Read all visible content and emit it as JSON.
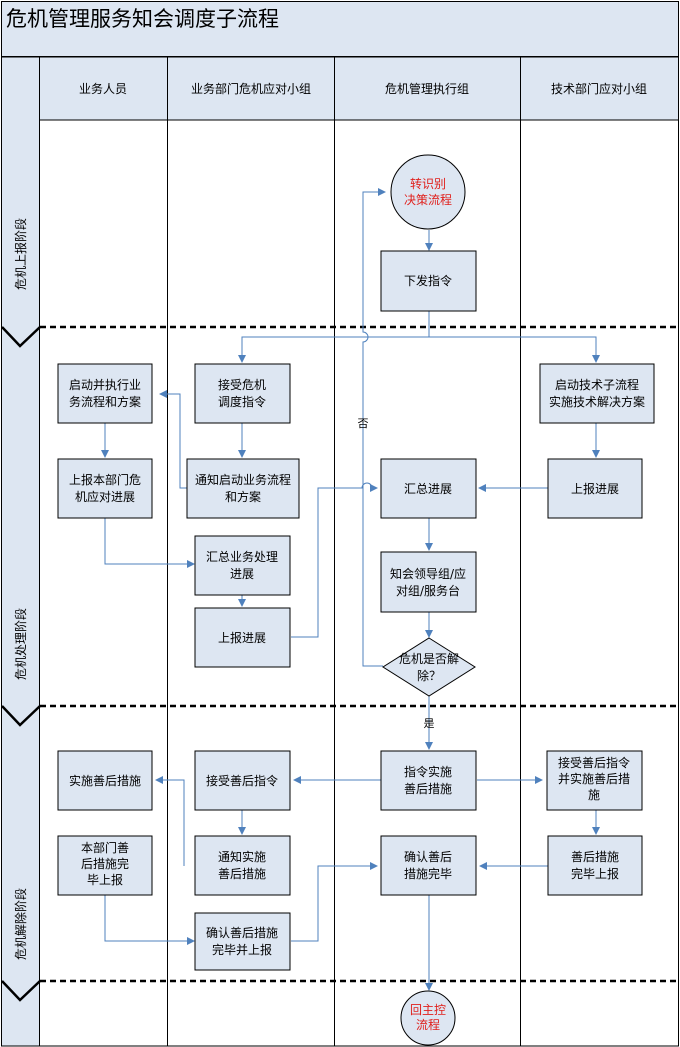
{
  "title": "危机管理服务知会调度子流程",
  "lanes": [
    "业务人员",
    "业务部门危机应对小组",
    "危机管理执行组",
    "技术部门应对小组"
  ],
  "phases": [
    "危机上报阶段",
    "危机处理阶段",
    "危机解除阶段"
  ],
  "nodes": {
    "start": [
      "转识别",
      "决策流程"
    ],
    "issue_order": [
      "下发指令"
    ],
    "start_business": [
      "启动并执行业",
      "务流程和方案"
    ],
    "accept_dispatch": [
      "接受危机",
      "调度指令"
    ],
    "start_tech": [
      "启动技术子流程",
      "实施技术解决方案"
    ],
    "report_dept": [
      "上报本部门危",
      "机应对进展"
    ],
    "notify_business": [
      "通知启动业务流程",
      "和方案"
    ],
    "summary_progress": [
      "汇总进展"
    ],
    "tech_report": [
      "上报进展"
    ],
    "summary_business": [
      "汇总业务处理",
      "进展"
    ],
    "notify_leaders": [
      "知会领导组/应",
      "对组/服务台"
    ],
    "report_progress": [
      "上报进展"
    ],
    "decision": [
      "危机是否解",
      "除？"
    ],
    "do_aftermath": [
      "实施善后措施"
    ],
    "accept_aftermath": [
      "接受善后指令"
    ],
    "order_aftermath": [
      "指令实施",
      "善后措施"
    ],
    "tech_accept_aftermath": [
      "接受善后指令",
      "并实施善后措",
      "施"
    ],
    "dept_aftermath_report": [
      "本部门善",
      "后措施完",
      "毕上报"
    ],
    "notify_aftermath": [
      "通知实施",
      "善后措施"
    ],
    "confirm_done": [
      "确认善后",
      "措施完毕"
    ],
    "tech_aftermath_done": [
      "善后措施",
      "完毕上报"
    ],
    "confirm_report": [
      "确认善后措施",
      "完毕并上报"
    ],
    "end": [
      "回主控",
      "流程"
    ]
  },
  "labels": {
    "no": "否",
    "yes": "是"
  },
  "colors": {
    "box_fill": "#dde6f2",
    "header_fill": "#dde6f2",
    "arrow": "#4f81bd",
    "start_text": "#e0201c"
  }
}
